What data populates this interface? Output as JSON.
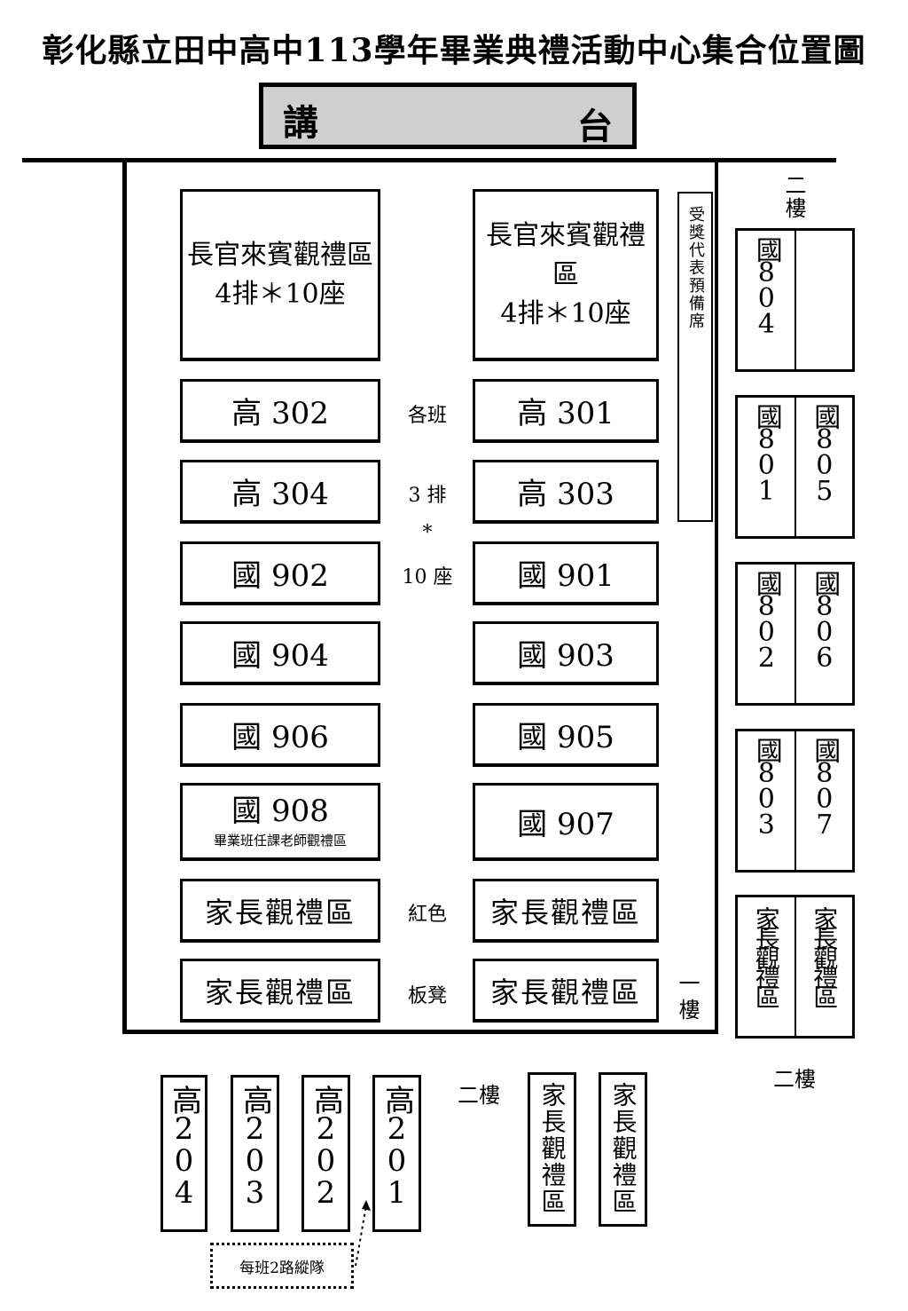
{
  "title": "彰化縣立田中高中113學年畢業典禮活動中心集合位置圖",
  "stage": {
    "left": "講",
    "right": "台"
  },
  "vip": [
    {
      "line1": "長官來賓觀禮區",
      "line2": "4排＊10座"
    },
    {
      "line1": "長官來賓觀禮區",
      "line2": "4排＊10座"
    }
  ],
  "left_rows": [
    "高 302",
    "高 304",
    "國 902",
    "國 904",
    "國 906",
    "國 908"
  ],
  "left_row6_sub": "畢業班任課老師觀禮區",
  "right_rows": [
    "高 301",
    "高 303",
    "國 901",
    "國 903",
    "國 905",
    "國 907"
  ],
  "center_notes": [
    "各班",
    "3 排",
    "*",
    "10 座"
  ],
  "bench_notes": [
    "紅色",
    "板凳"
  ],
  "parent_area": "家長觀禮區",
  "award_reserve": "受獎代表預備席",
  "floor1": "一樓",
  "floor2": "二樓",
  "floor2_bottom": "二樓",
  "floor2_lower": "二樓",
  "side_cols": [
    [
      "國804",
      ""
    ],
    [
      "國801",
      "國805"
    ],
    [
      "國802",
      "國806"
    ],
    [
      "國803",
      "國807"
    ]
  ],
  "side_parents": [
    "家長觀禮區",
    "家長觀禮區"
  ],
  "bottom_classes": [
    "高204",
    "高203",
    "高202",
    "高201"
  ],
  "bottom_parents": [
    "家長觀禮區",
    "家長觀禮區"
  ],
  "lineup_note": "每班2路縱隊"
}
